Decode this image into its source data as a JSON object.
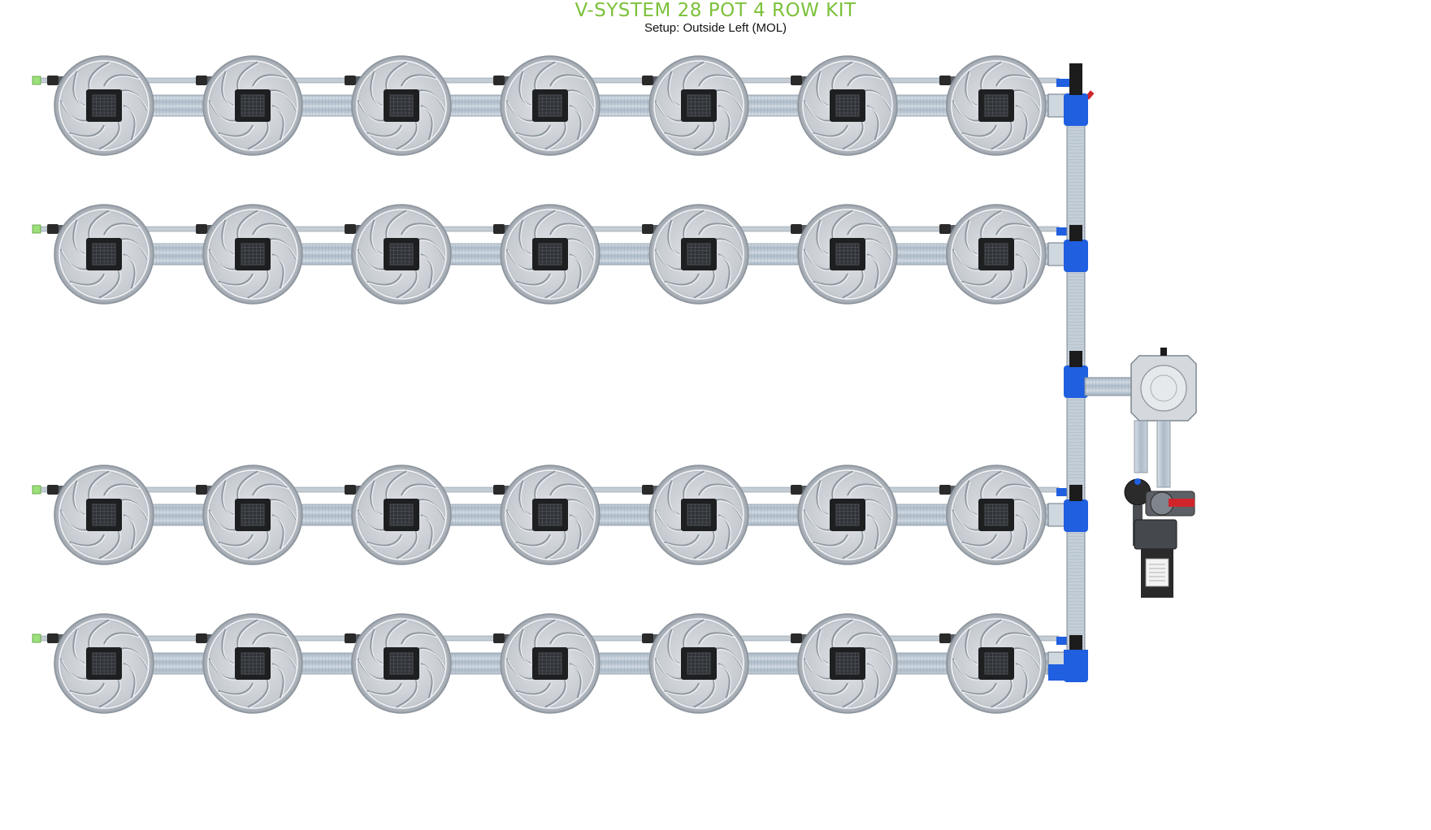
{
  "header": {
    "title": "V-SYSTEM 28 POT 4 ROW KIT",
    "subtitle": "Setup: Outside Left (MOL)"
  },
  "layout": {
    "rows": 4,
    "pots_per_row": 7,
    "total_pots": 28
  },
  "colors": {
    "title": "#7cc13a",
    "pot": "#c9cdd3",
    "pipe": "#b9c4cf",
    "fitting_blue": "#1f5fe0",
    "dark": "#2a2a2a",
    "valve_red": "#d0242b"
  },
  "icons": {
    "pot": "round-grow-pot",
    "reservoir": "square-reservoir-tank",
    "pump": "pump-and-valve-assembly"
  }
}
